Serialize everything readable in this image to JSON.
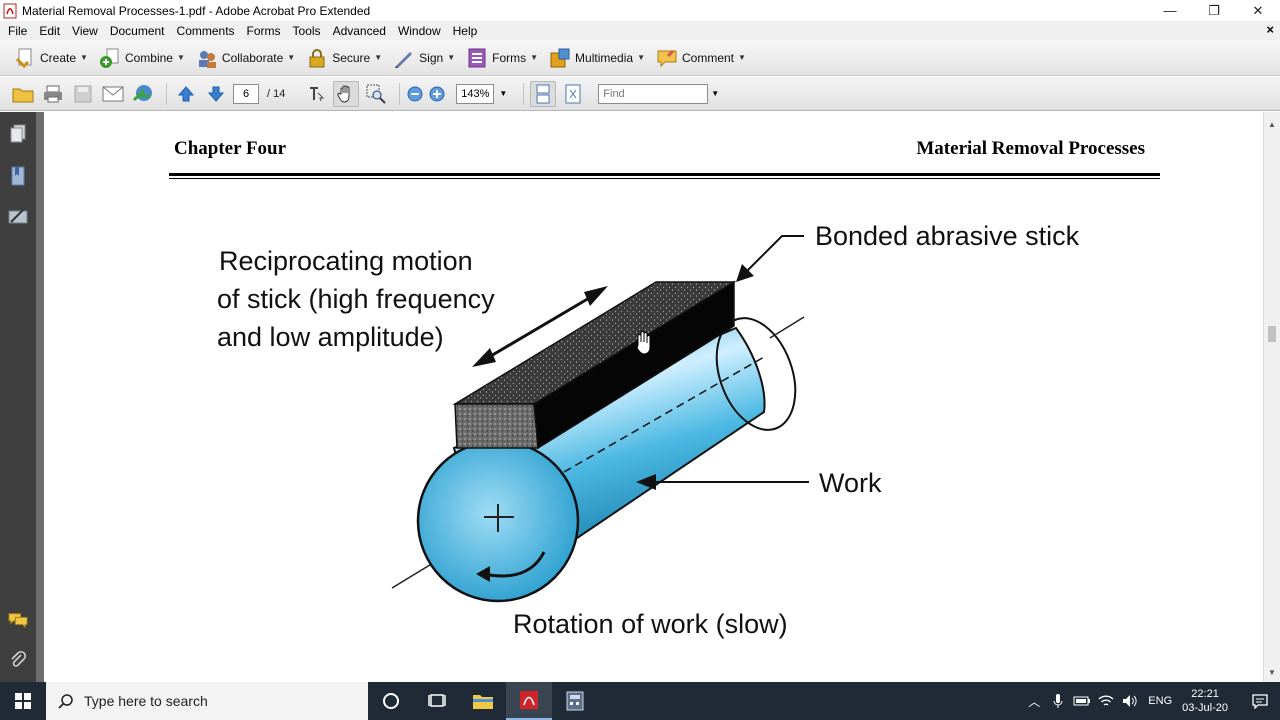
{
  "window": {
    "title": "Material Removal Processes-1.pdf - Adobe Acrobat Pro Extended",
    "minimize_glyph": "—",
    "restore_glyph": "❐",
    "close_glyph": "✕"
  },
  "menu": {
    "items": [
      "File",
      "Edit",
      "View",
      "Document",
      "Comments",
      "Forms",
      "Tools",
      "Advanced",
      "Window",
      "Help"
    ],
    "close_glyph": "×"
  },
  "tasks_toolbar": {
    "items": [
      {
        "label": "Create",
        "icon": "create-icon"
      },
      {
        "label": "Combine",
        "icon": "combine-icon"
      },
      {
        "label": "Collaborate",
        "icon": "collaborate-icon"
      },
      {
        "label": "Secure",
        "icon": "lock-icon"
      },
      {
        "label": "Sign",
        "icon": "pen-icon"
      },
      {
        "label": "Forms",
        "icon": "forms-icon"
      },
      {
        "label": "Multimedia",
        "icon": "multimedia-icon"
      },
      {
        "label": "Comment",
        "icon": "comment-icon"
      }
    ]
  },
  "nav_toolbar": {
    "current_page": "6",
    "total_pages": "/ 14",
    "zoom": "143%",
    "find_placeholder": "Find"
  },
  "document": {
    "header_left": "Chapter Four",
    "header_right": "Material Removal Processes",
    "figure": {
      "label_stick": "Bonded abrasive stick",
      "label_motion_1": "Reciprocating motion",
      "label_motion_2": "of stick (high frequency",
      "label_motion_3": "and low amplitude)",
      "label_work": "Work",
      "label_rotation": "Rotation of work (slow)",
      "colors": {
        "work_cylinder": "#2fa7d3",
        "stick": "#3c3c3c"
      }
    }
  },
  "taskbar": {
    "search_placeholder": "Type here to search",
    "language": "ENG",
    "time": "22:21",
    "date": "03-Jul-20"
  }
}
